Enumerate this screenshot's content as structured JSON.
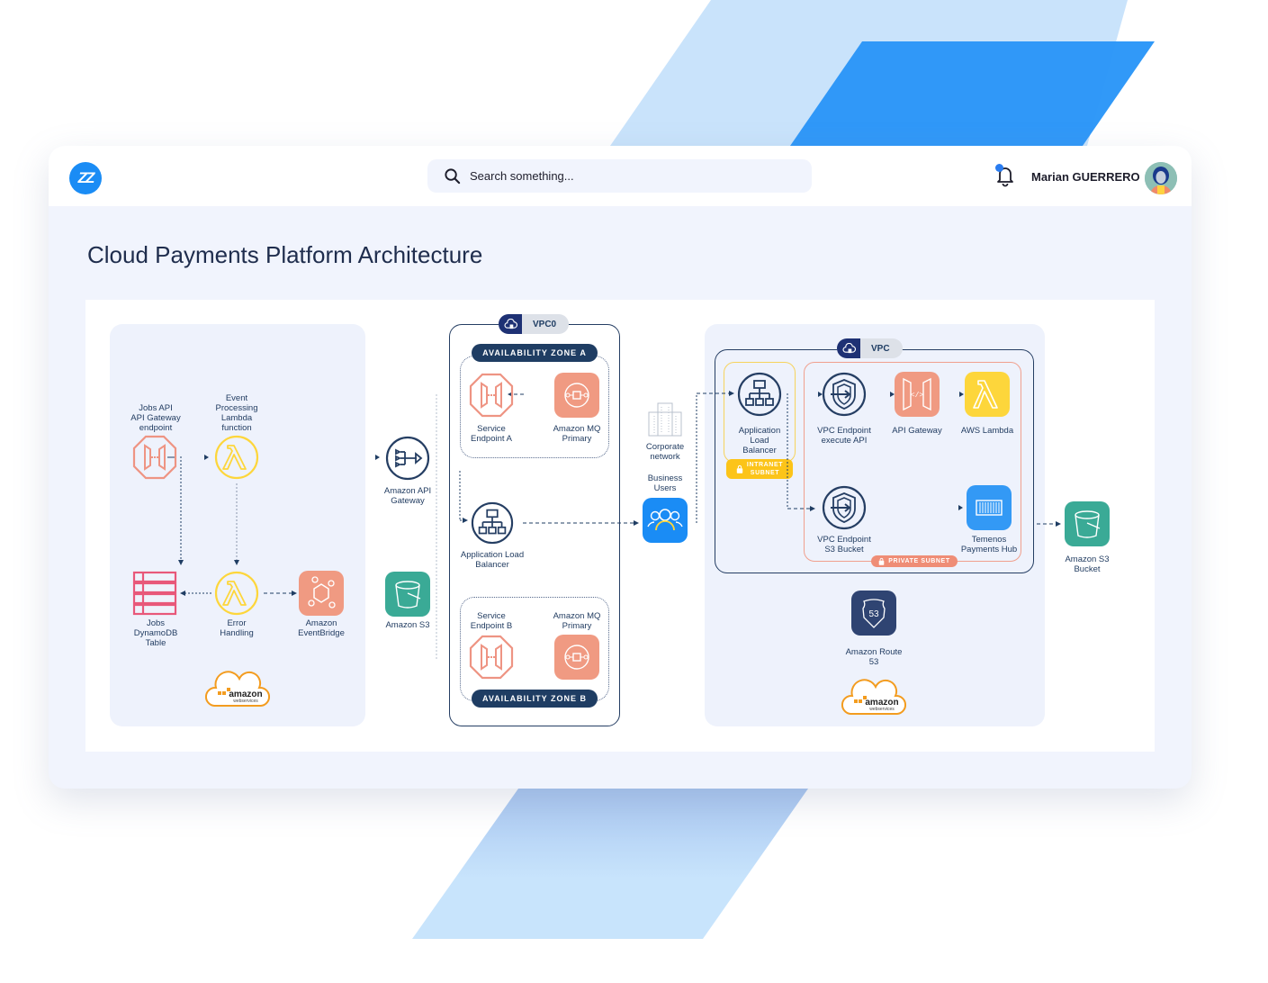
{
  "header": {
    "logo_text": "ZZ",
    "search_placeholder": "Search something...",
    "user_name": "Marian GUERRERO",
    "notification_dot": true
  },
  "page": {
    "title": "Cloud Payments Platform Architecture"
  },
  "colors": {
    "accent_blue": "#1a8cf5",
    "navy": "#1f3d63",
    "salmon": "#f09a82",
    "yellow": "#fdd63b",
    "teal": "#3aaa96",
    "pink": "#e8587a"
  },
  "diagram": {
    "left_panel": {
      "nodes": {
        "jobs_api": "Jobs API API Gateway endpoint",
        "jobs_api_lines": [
          "Jobs API",
          "API Gateway",
          "endpoint"
        ],
        "event_lambda_lines": [
          "Event",
          "Processing",
          "Lambda",
          "function"
        ],
        "dynamodb_lines": [
          "Jobs",
          "DynamoDB",
          "Table"
        ],
        "error_lines": [
          "Error",
          "Handling"
        ],
        "eventbridge_lines": [
          "Amazon",
          "EventBridge"
        ]
      },
      "aws_logo": {
        "brand": "amazon",
        "sub": "webservices"
      }
    },
    "middle": {
      "api_gateway_lines": [
        "Amazon API",
        "Gateway"
      ],
      "s3_label": "Amazon S3"
    },
    "vpc0": {
      "tag": "VPC0",
      "zone_a": "AVAILABILITY ZONE A",
      "zone_b": "AVAILABILITY ZONE B",
      "service_a_lines": [
        "Service",
        "Endpoint A"
      ],
      "mq_a_lines": [
        "Amazon MQ",
        "Primary"
      ],
      "alb_lines": [
        "Application Load",
        "Balancer"
      ],
      "service_b_lines": [
        "Service",
        "Endpoint B"
      ],
      "mq_b_lines": [
        "Amazon MQ",
        "Primary"
      ]
    },
    "external": {
      "corporate_lines": [
        "Corporate",
        "network"
      ],
      "business_lines": [
        "Business",
        "Users"
      ]
    },
    "right_panel": {
      "vpc_tag": "VPC",
      "alb_lines": [
        "Application",
        "Load",
        "Balancer"
      ],
      "intranet_lines": [
        "INTRANET",
        "SUBNET"
      ],
      "private_subnet": "PRIVATE SUBNET",
      "vpce_api_lines": [
        "VPC Endpoint",
        "execute API"
      ],
      "api_gateway": "API Gateway",
      "lambda": "AWS Lambda",
      "vpce_s3_lines": [
        "VPC Endpoint",
        "S3 Bucket"
      ],
      "temenos_lines": [
        "Temenos",
        "Payments Hub"
      ],
      "route53_lines": [
        "Amazon Route",
        "53"
      ],
      "route53_badge": "53",
      "aws_logo": {
        "brand": "amazon",
        "sub": "webservices"
      }
    },
    "s3_bucket_lines": [
      "Amazon S3",
      "Bucket"
    ]
  }
}
